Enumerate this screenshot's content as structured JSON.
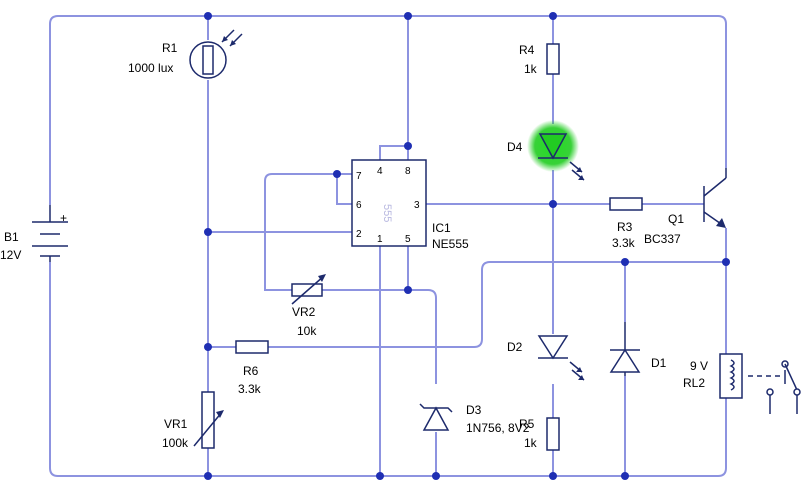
{
  "colors": {
    "wire": "#8d93e0",
    "node": "#1f2fb3",
    "symbol": "#1d2a6c",
    "led_on": "#22cc22"
  },
  "components": {
    "r1": {
      "name": "R1",
      "value": "1000 lux"
    },
    "r4": {
      "name": "R4",
      "value": "1k"
    },
    "d4": {
      "name": "D4"
    },
    "ic1": {
      "name": "IC1",
      "value": "NE555",
      "chip_text": "555",
      "pins": {
        "p1": "1",
        "p2": "2",
        "p3": "3",
        "p4": "4",
        "p5": "5",
        "p6": "6",
        "p7": "7",
        "p8": "8"
      }
    },
    "r3": {
      "name": "R3",
      "value": "3.3k"
    },
    "q1": {
      "name": "Q1",
      "value": "BC337"
    },
    "b1": {
      "name": "B1",
      "value": "12V"
    },
    "vr2": {
      "name": "VR2",
      "value": "10k"
    },
    "r6": {
      "name": "R6",
      "value": "3.3k"
    },
    "vr1": {
      "name": "VR1",
      "value": "100k"
    },
    "d3": {
      "name": "D3",
      "value": "1N756, 8V2"
    },
    "d2": {
      "name": "D2"
    },
    "r5": {
      "name": "R5",
      "value": "1k"
    },
    "d1": {
      "name": "D1"
    },
    "rl2": {
      "name": "RL2",
      "value": "9 V"
    }
  }
}
